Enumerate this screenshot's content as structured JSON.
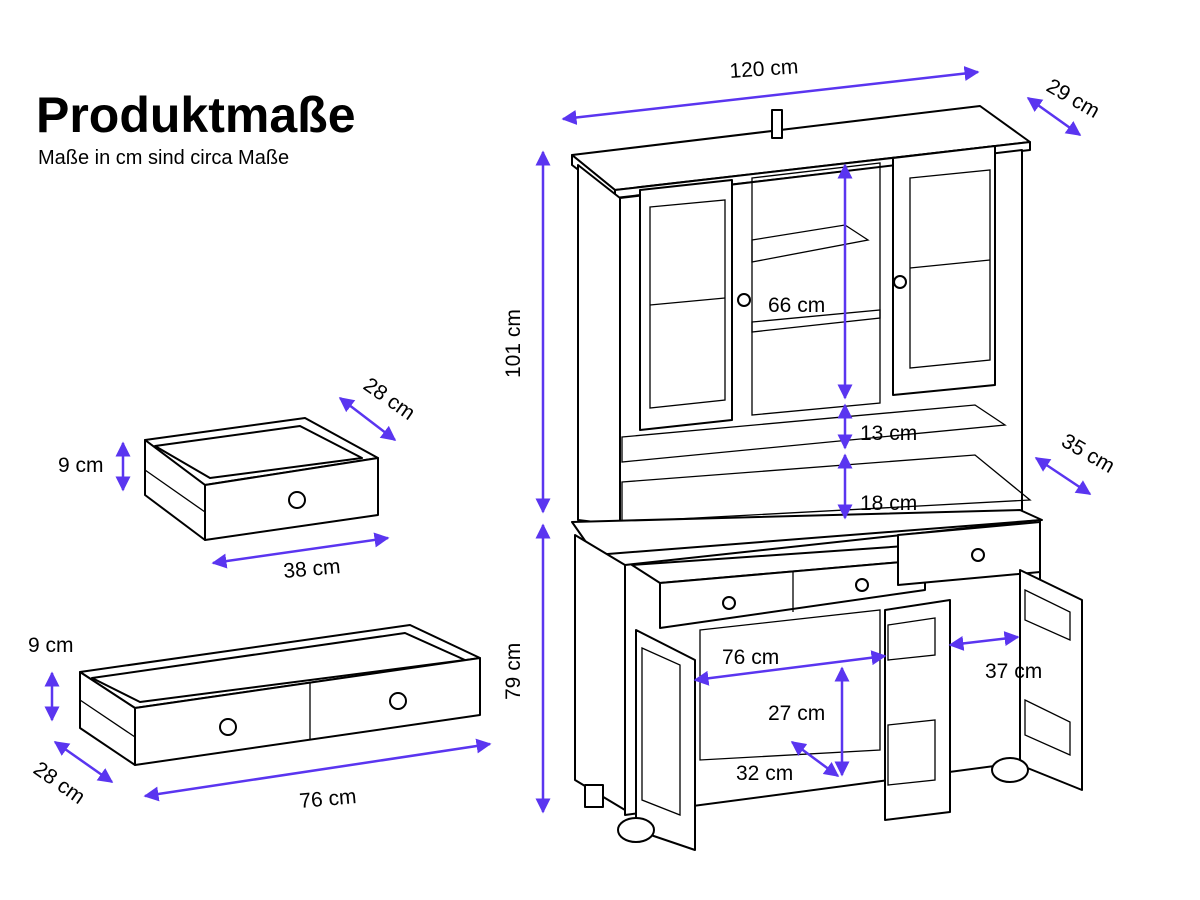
{
  "header": {
    "title": "Produktmaße",
    "subtitle": "Maße in cm sind circa Maße"
  },
  "colors": {
    "arrow": "#5a35f0",
    "line": "#000000"
  },
  "cabinet": {
    "width": "120 cm",
    "depth_top": "29 cm",
    "height_top": "101 cm",
    "glass_height": "66 cm",
    "shelf_gap": "13 cm",
    "niche_height": "18 cm",
    "depth_bottom": "35 cm",
    "height_bottom": "79 cm",
    "inner_width": "76 cm",
    "inner_width_right": "37 cm",
    "inner_height": "27 cm",
    "inner_depth": "32 cm"
  },
  "small_drawer": {
    "depth": "28 cm",
    "height": "9 cm",
    "width": "38 cm"
  },
  "large_drawer": {
    "height": "9 cm",
    "depth": "28 cm",
    "width": "76 cm"
  }
}
